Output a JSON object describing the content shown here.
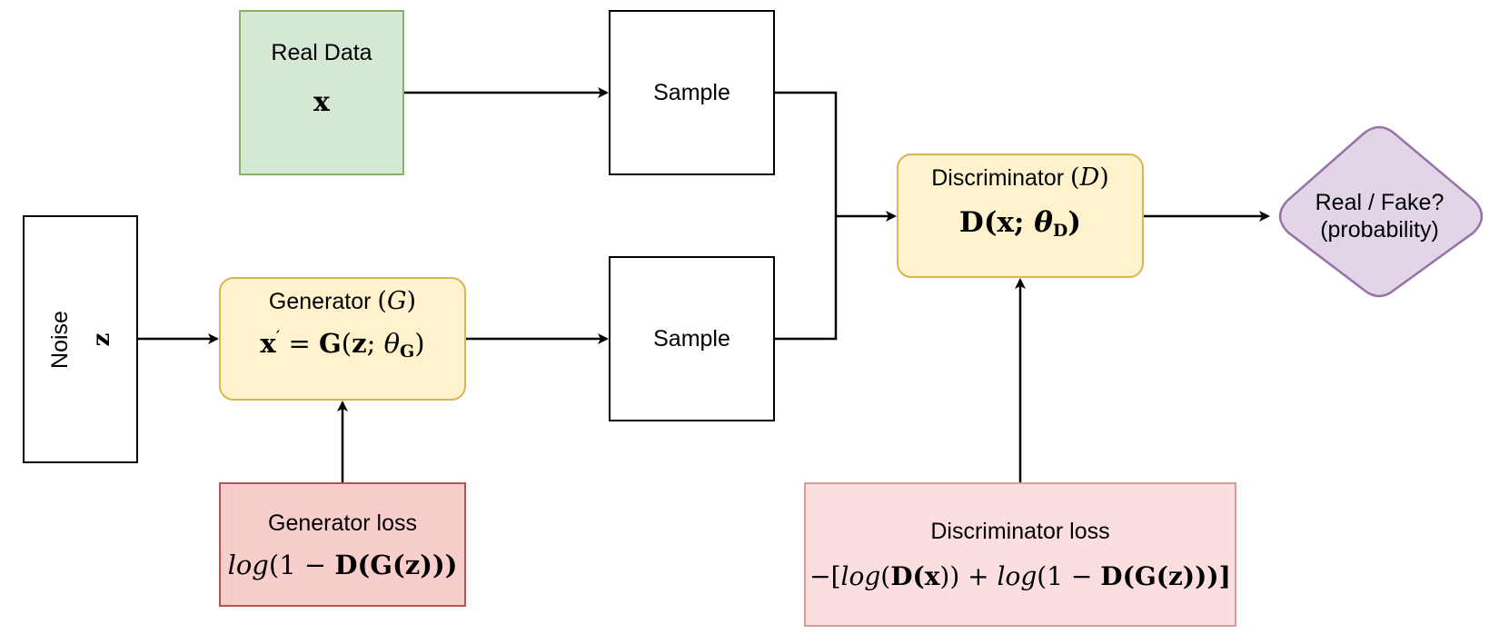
{
  "real_data": {
    "label": "Real Data",
    "var": "x"
  },
  "sample_real": {
    "label": "Sample"
  },
  "sample_fake": {
    "label": "Sample"
  },
  "noise": {
    "label": "Noise",
    "var": "z"
  },
  "generator": {
    "label": "Generator",
    "symbol": "G",
    "formula": {
      "xprime": "x",
      "prime": "′",
      "eq": " = ",
      "g": "G",
      "open": "(",
      "z": "z",
      "semi": "; ",
      "theta": "θ",
      "sub": "G",
      "close": ")"
    }
  },
  "discriminator": {
    "label": "Discriminator",
    "symbol": "D",
    "formula": {
      "d": "D",
      "open": "(",
      "x": "x",
      "semi": "; ",
      "theta": "θ",
      "sub": "D",
      "close": ")"
    }
  },
  "generator_loss": {
    "label": "Generator loss",
    "formula": {
      "log": "log",
      "open1": "(1 − ",
      "d": "D",
      "g": "G",
      "z": "z",
      "tail": ")))"
    }
  },
  "discriminator_loss": {
    "label": "Discriminator loss",
    "formula": {
      "lead": "−[",
      "log1": "log",
      "d1": "D",
      "x": "x",
      "mid": ")) + ",
      "log2": "log",
      "open2": "(1 − ",
      "d2": "D",
      "g": "G",
      "z": "z",
      "tail": ")))]"
    }
  },
  "decision": {
    "line1": "Real / Fake?",
    "line2": "(probability)"
  },
  "colors": {
    "real_fill": "#d5e8d4",
    "real_stroke": "#82b366",
    "yellow_fill": "#fff2cc",
    "yellow_stroke": "#d6b656",
    "gen_loss_fill": "#f8cecc",
    "gen_loss_stroke": "#b85450",
    "disc_loss_fill": "#fadee0",
    "disc_loss_stroke": "#d99a9a",
    "decision_fill": "#e1d5e7",
    "decision_stroke": "#9673a6"
  }
}
